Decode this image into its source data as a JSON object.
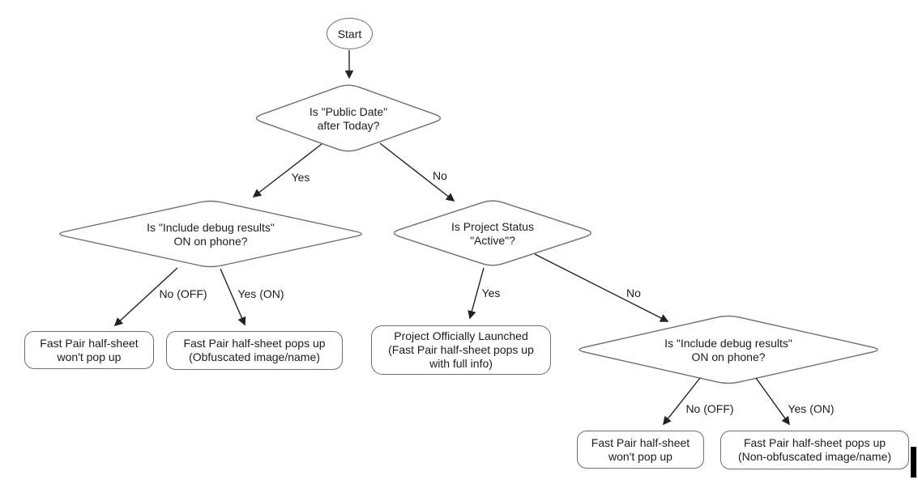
{
  "nodes": {
    "start": {
      "label": "Start"
    },
    "decision_public_date": {
      "lines": [
        "Is \"Public Date\"",
        "after Today?"
      ]
    },
    "decision_debug_left": {
      "lines": [
        "Is \"Include debug results\"",
        "ON on phone?"
      ]
    },
    "decision_project_status": {
      "lines": [
        "Is Project Status",
        "\"Active\"?"
      ]
    },
    "decision_debug_right": {
      "lines": [
        "Is \"Include debug results\"",
        "ON on phone?"
      ]
    },
    "outcome_no_popup_left": {
      "lines": [
        "Fast Pair half-sheet",
        "won't pop up"
      ]
    },
    "outcome_obfuscated": {
      "lines": [
        "Fast Pair half-sheet pops up",
        "(Obfuscated image/name)"
      ]
    },
    "outcome_launched": {
      "lines": [
        "Project Officially Launched",
        "(Fast Pair half-sheet pops up",
        "with full info)"
      ]
    },
    "outcome_no_popup_right": {
      "lines": [
        "Fast Pair half-sheet",
        "won't pop up"
      ]
    },
    "outcome_non_obfuscated": {
      "lines": [
        "Fast Pair half-sheet pops up",
        "(Non-obfuscated image/name)"
      ]
    }
  },
  "edge_labels": {
    "public_date_yes": "Yes",
    "public_date_no": "No",
    "debug_left_no": "No (OFF)",
    "debug_left_yes": "Yes (ON)",
    "status_yes": "Yes",
    "status_no": "No",
    "debug_right_no": "No (OFF)",
    "debug_right_yes": "Yes (ON)"
  },
  "colors": {
    "shape_stroke": "#6e6e6e",
    "edge_stroke": "#222222",
    "text": "#1c1c1c",
    "background": "#ffffff",
    "cursor_bar": "#000000"
  }
}
